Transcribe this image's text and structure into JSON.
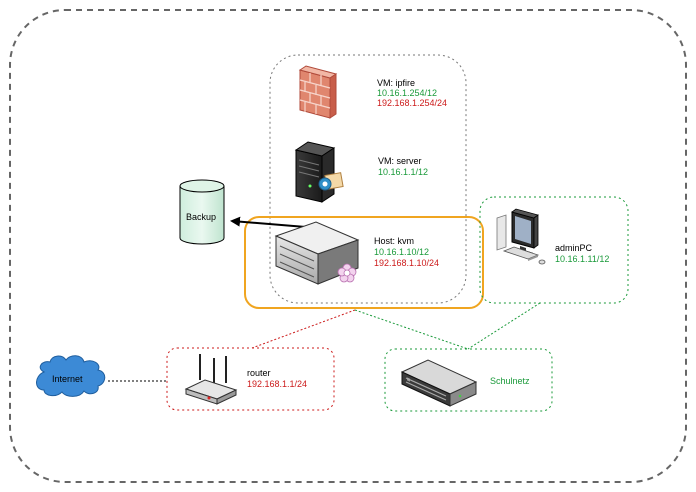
{
  "nodes": {
    "ipfire": {
      "name": "VM: ipfire",
      "ip_green": "10.16.1.254/12",
      "ip_red": "192.168.1.254/24",
      "icon": "firewall-icon"
    },
    "server": {
      "name": "VM: server",
      "ip_green": "10.16.1.1/12",
      "icon": "server-icon"
    },
    "kvm": {
      "name": "Host: kvm",
      "ip_green": "10.16.1.10/12",
      "ip_red": "192.168.1.10/24",
      "icon": "host-server-icon"
    },
    "adminpc": {
      "name": "adminPC",
      "ip_green": "10.16.1.11/12",
      "icon": "desktop-computer-icon"
    },
    "router": {
      "name": "router",
      "ip_red": "192.168.1.1/24",
      "icon": "wifi-router-icon"
    },
    "switch": {
      "name": "Schulnetz",
      "icon": "network-switch-icon"
    },
    "backup": {
      "name": "Backup",
      "icon": "database-icon"
    },
    "internet": {
      "name": "Internet",
      "icon": "cloud-icon"
    }
  },
  "colors": {
    "green": "#1a9a3a",
    "red": "#cc1a1a",
    "host_border": "#f0a520",
    "outer_border": "#666666"
  }
}
